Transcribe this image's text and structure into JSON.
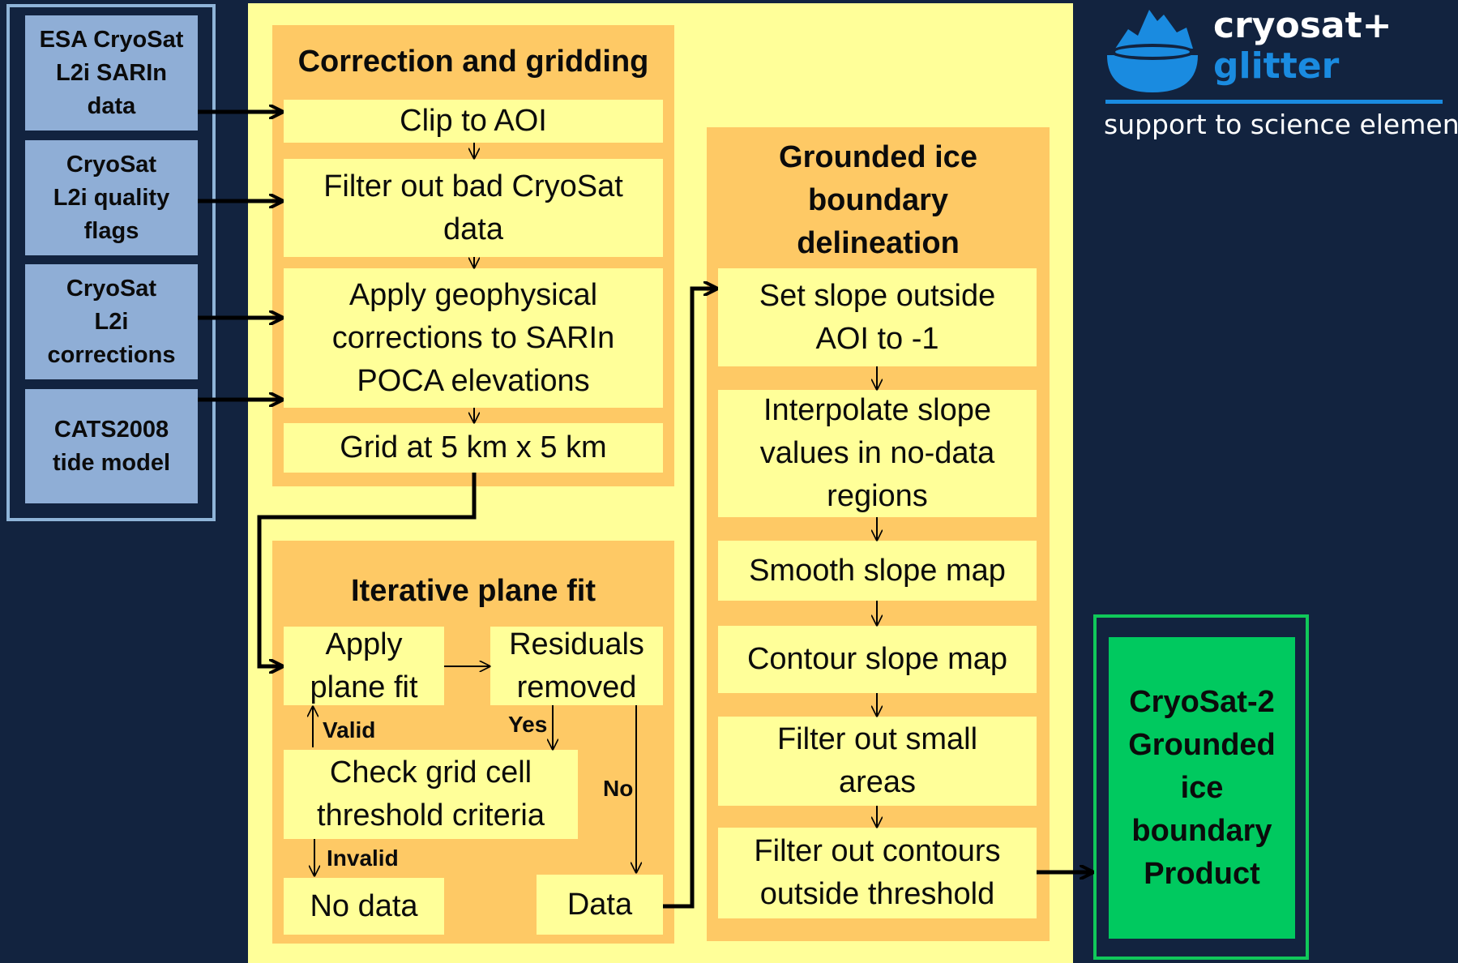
{
  "inputs": [
    {
      "label": "ESA CryoSat\nL2i SARIn\ndata"
    },
    {
      "label": "CryoSat\nL2i quality\nflags"
    },
    {
      "label": "CryoSat\nL2i\ncorrections"
    },
    {
      "label": "CATS2008\ntide model"
    }
  ],
  "correction_panel": {
    "title": "Correction and gridding",
    "steps": [
      "Clip to AOI",
      "Filter out bad CryoSat\ndata",
      "Apply geophysical\ncorrections to SARIn\nPOCA elevations",
      "Grid at 5 km x 5 km"
    ]
  },
  "plane_fit_panel": {
    "title": "Iterative plane fit",
    "apply_plane_fit": "Apply\nplane fit",
    "residuals_removed": "Residuals\nremoved",
    "check_criteria": "Check grid cell\nthreshold criteria",
    "no_data": "No data",
    "data": "Data",
    "label_valid": "Valid",
    "label_yes": "Yes",
    "label_no": "No",
    "label_invalid": "Invalid"
  },
  "grounded_panel": {
    "title": "Grounded ice\nboundary\ndelineation",
    "steps": [
      "Set slope outside\nAOI to -1",
      "Interpolate slope\nvalues in no-data\nregions",
      "Smooth slope map",
      "Contour slope map",
      "Filter out small\nareas",
      "Filter out contours\noutside threshold"
    ]
  },
  "product": {
    "label": "CryoSat-2\nGrounded\nice\nboundary\nProduct"
  },
  "logo": {
    "line1": "cryosat+",
    "line2": "glitter",
    "tagline": "support to science element"
  },
  "colors": {
    "background": "#12233f",
    "main_panel": "#ffff99",
    "sub_panel": "#fec965",
    "input_box": "#8faed6",
    "product_box": "#00c95f",
    "logo_blue": "#1a8be0"
  }
}
